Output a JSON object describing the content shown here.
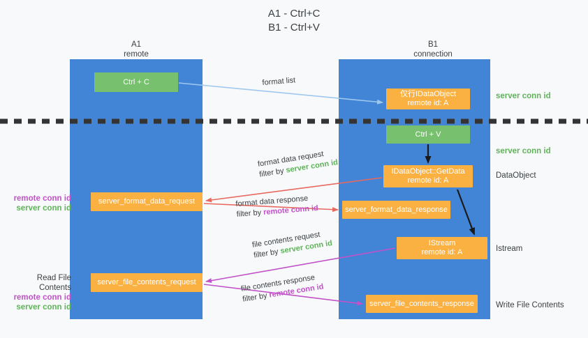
{
  "title": {
    "line1": "A1 - Ctrl+C",
    "line2": "B1 - Ctrl+V"
  },
  "colors": {
    "lane": "#4285d6",
    "green_box": "#77c06e",
    "orange_box": "#fbb042",
    "server_conn_id": "#5fb45a",
    "remote_conn_id": "#c152c9",
    "arrow_format_list": "#9fc8ef",
    "arrow_format_data": "#e8685f",
    "arrow_file_contents": "#c152c9",
    "arrow_internal": "#1a1a1a",
    "divider": "#343434",
    "background": "#f8f9fa"
  },
  "columns": [
    {
      "name": "A1",
      "sub": "remote"
    },
    {
      "name": "B1",
      "sub": "connection"
    }
  ],
  "boxes": {
    "ctrl_c": {
      "l1": "Ctrl + C",
      "l2": ""
    },
    "idataobject": {
      "l1": "仅行IDataObject",
      "l2": "remote id: A"
    },
    "ctrl_v": {
      "l1": "Ctrl + V",
      "l2": ""
    },
    "getdata": {
      "l1": "IDataObject::GetData",
      "l2": "remote id: A"
    },
    "format_data_req": {
      "l1": "server_format_data_request",
      "l2": ""
    },
    "format_data_resp": {
      "l1": "server_format_data_response",
      "l2": ""
    },
    "istream": {
      "l1": "IStream",
      "l2": "remote id: A"
    },
    "file_contents_req": {
      "l1": "server_file_contents_request",
      "l2": ""
    },
    "file_contents_resp": {
      "l1": "server_file_contents_response",
      "l2": ""
    }
  },
  "side_labels_right": [
    {
      "text": "server conn id",
      "style": "green"
    },
    {
      "text": "server conn id",
      "style": "green"
    },
    {
      "text": "DataObject",
      "style": "plain"
    },
    {
      "text": "Istream",
      "style": "plain"
    },
    {
      "text": "Write File Contents",
      "style": "plain"
    }
  ],
  "side_labels_left": [
    {
      "head": "",
      "remote": "remote conn id",
      "server": "server conn id"
    },
    {
      "head": "Read File Contents",
      "remote": "remote conn id",
      "server": "server conn id"
    }
  ],
  "flows": [
    {
      "id": "format_list",
      "label": "format list",
      "filter_prefix": "",
      "filter_value": "",
      "direction": "a1-to-b1",
      "color": "#9fc8ef"
    },
    {
      "id": "format_data_request",
      "label": "format data request",
      "filter_prefix": "filter by ",
      "filter_value": "server conn id",
      "filter_style": "green",
      "direction": "b1-to-a1",
      "color": "#e8685f"
    },
    {
      "id": "format_data_response",
      "label": "format data response",
      "filter_prefix": "filter by ",
      "filter_value": "remote conn id",
      "filter_style": "purple",
      "direction": "a1-to-b1",
      "color": "#e8685f"
    },
    {
      "id": "file_contents_request",
      "label": "file contents request",
      "filter_prefix": "filter by ",
      "filter_value": "server conn id",
      "filter_style": "green",
      "direction": "b1-to-a1",
      "color": "#c152c9"
    },
    {
      "id": "file_contents_response",
      "label": "file contents response",
      "filter_prefix": "filter by ",
      "filter_value": "remote conn id",
      "filter_style": "purple",
      "direction": "a1-to-b1",
      "color": "#c152c9"
    }
  ]
}
